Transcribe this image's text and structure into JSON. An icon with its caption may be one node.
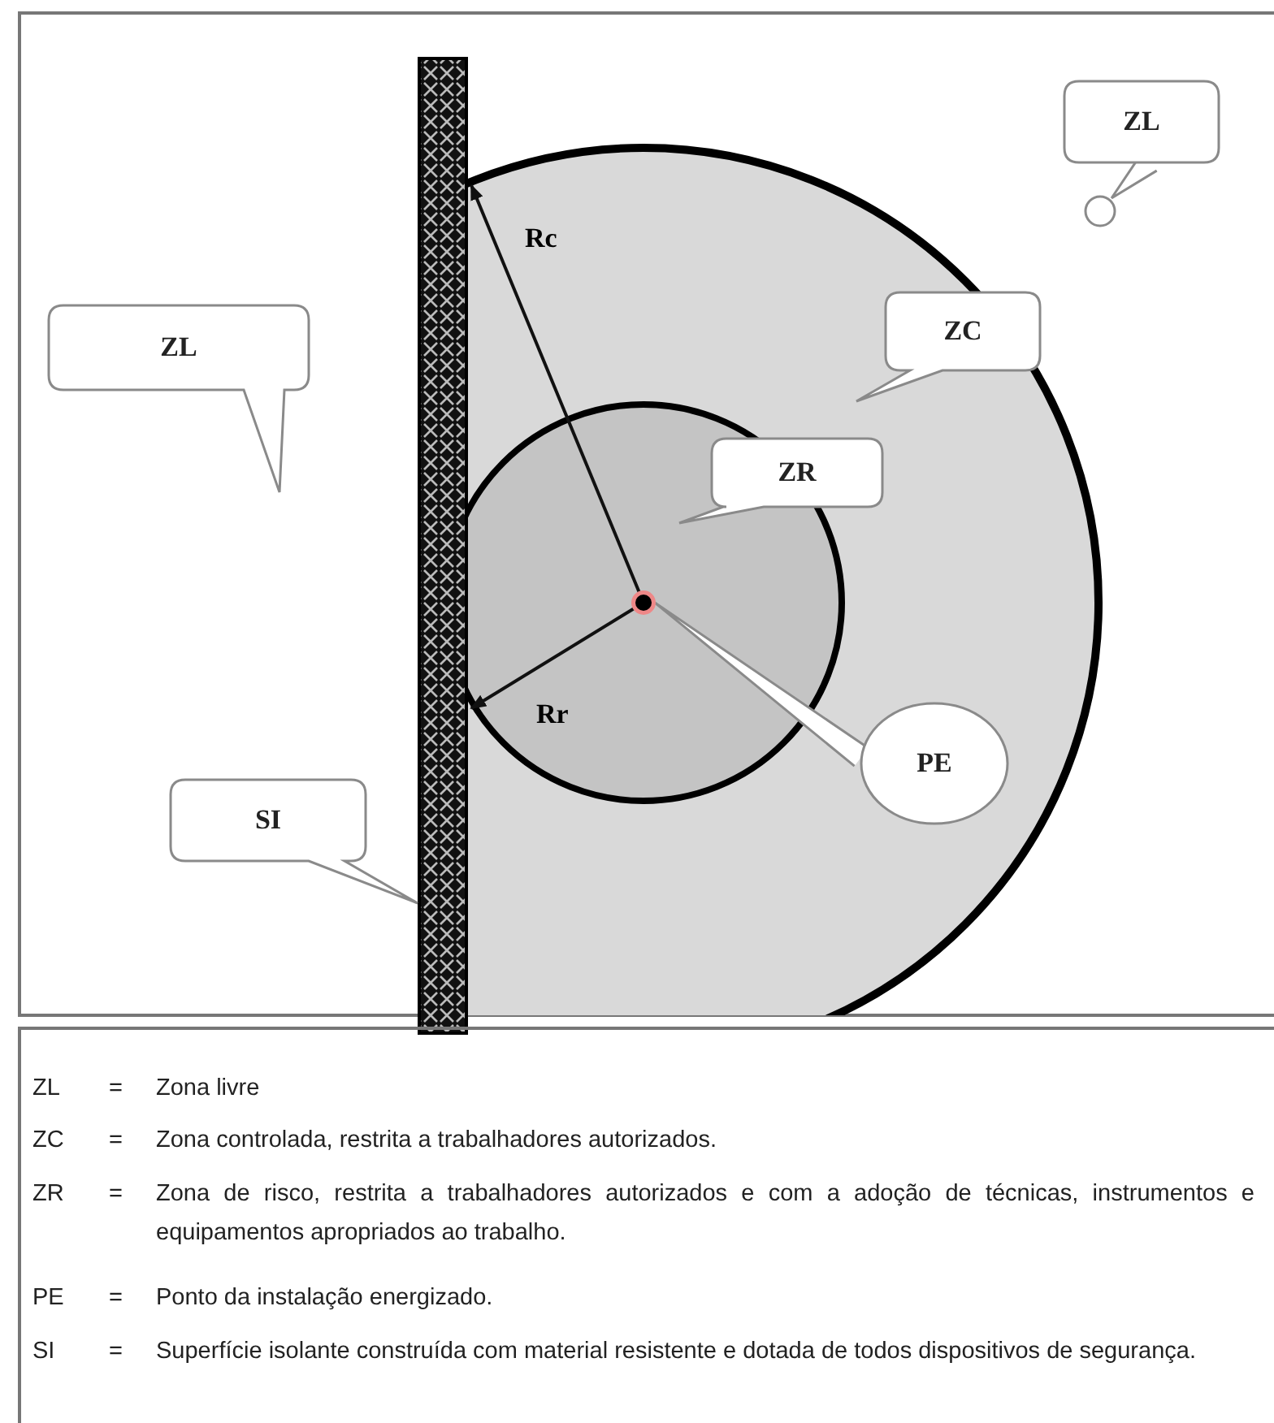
{
  "diagram": {
    "nodes": [
      {
        "text": [
          "ZL"
        ]
      },
      {
        "text": [],
        "shape": "circle"
      },
      {
        "text": [
          "ZC"
        ]
      },
      {
        "text": [
          "ZL"
        ]
      },
      {
        "text": [
          "ZR"
        ]
      },
      {
        "text": [],
        "shape": "circle"
      },
      {
        "text": [
          "PE"
        ]
      },
      {
        "text": [
          "SI"
        ]
      }
    ],
    "edges": [
      {
        "from": 0,
        "to": 1,
        "arrow": "none"
      },
      {
        "from": 6,
        "to": 5,
        "arrow": "none"
      }
    ],
    "labels": [
      "Rc",
      "Rr",
      "ZL",
      "=",
      "Zona livre",
      "ZC",
      "=",
      "Zona controlada, restrita a trabalhadores autorizados.",
      "ZR",
      "=",
      "Zona de risco, restrita a trabalhadores autorizados e com a adoção de técnicas, instrumentos e equipamentos apropriados ao trabalho.",
      "PE",
      "=",
      "Ponto da instalação energizado.",
      "SI",
      "=",
      "Superfície isolante construída com material resistente e dotada de todos dispositivos de segurança."
    ]
  }
}
